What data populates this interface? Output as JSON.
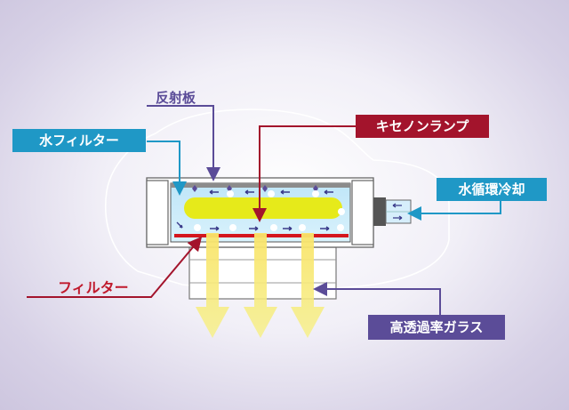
{
  "labels": {
    "reflector": "反射板",
    "water_filter": "水フィルター",
    "xenon_lamp": "キセノンランプ",
    "water_cooling": "水循環冷却",
    "filter": "フィルター",
    "glass": "高透過率ガラス"
  },
  "colors": {
    "cyan_label": "#1f98c6",
    "red_label": "#a3142c",
    "purple_label": "#5b4c98",
    "filter_text": "#c0192c",
    "lamp": "#e6ea1a",
    "light_beam": "#f6e26a",
    "water": "#c8ebfa"
  }
}
